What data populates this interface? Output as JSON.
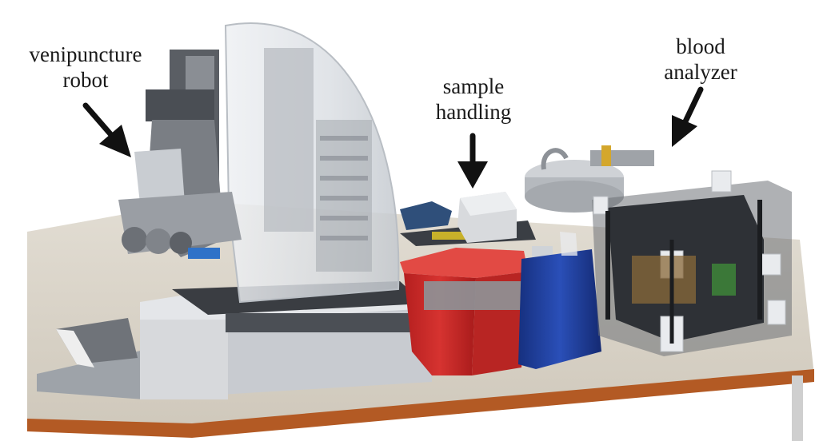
{
  "labels": {
    "robot": {
      "line1": "venipuncture",
      "line2": "robot"
    },
    "sample": {
      "line1": "sample",
      "line2": "handling"
    },
    "blood": {
      "line1": "blood",
      "line2": "analyzer"
    }
  },
  "colors": {
    "table_top": "#d9d3c8",
    "table_edge": "#b35a24",
    "bin_red": "#cc2a28",
    "bottle_blue": "#1f3c9c",
    "arrow": "#111111",
    "text": "#1a1a1a"
  }
}
